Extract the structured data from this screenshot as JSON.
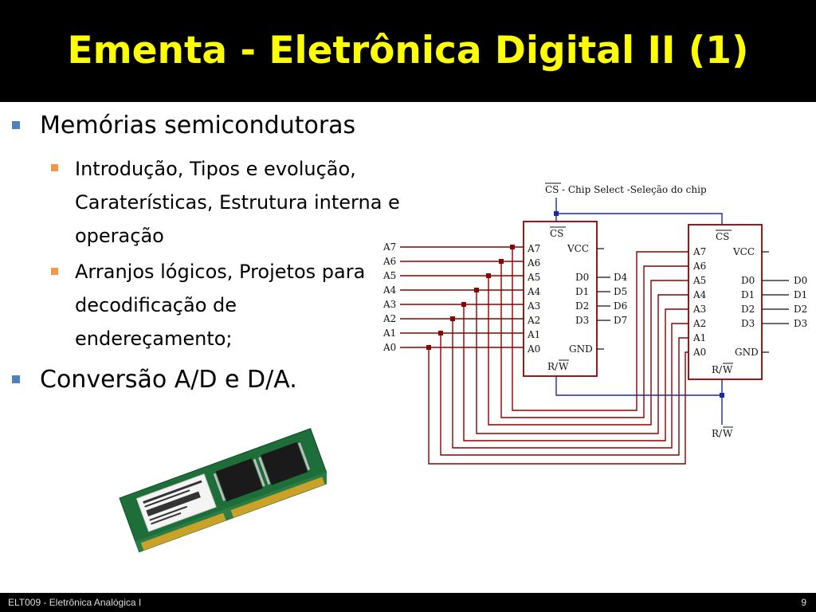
{
  "slide": {
    "title": "Ementa - Eletrônica Digital II (1)",
    "bullets": [
      {
        "text": "Memórias semicondutoras",
        "sub": [
          "Introdução, Tipos e evolução, Caraterísticas, Estrutura interna e operação",
          "Arranjos lógicos, Projetos para decodificação de endereçamento;"
        ]
      },
      {
        "text": "Conversão A/D e D/A."
      }
    ]
  },
  "schematic": {
    "cs_label": "CS",
    "cs_caption": " - Chip Select -Seleção do chip",
    "input_labels": [
      "A7",
      "A6",
      "A5",
      "A4",
      "A3",
      "A2",
      "A1",
      "A0"
    ],
    "chip_address_pins": [
      "A7",
      "A6",
      "A5",
      "A4",
      "A3",
      "A2",
      "A1",
      "A0"
    ],
    "chip_data_pins": [
      "D0",
      "D1",
      "D2",
      "D3"
    ],
    "chip1_outputs": [
      "D4",
      "D5",
      "D6",
      "D7"
    ],
    "chip2_outputs": [
      "D0",
      "D1",
      "D2",
      "D3"
    ],
    "vcc": "VCC",
    "gnd": "GND",
    "rw_r": "R/",
    "rw_w": "W",
    "wire_address_color": "#8b0000",
    "wire_control_color": "#1a2aa0"
  },
  "footer": {
    "course": "ELT009 - Eletrônica Analógica I",
    "page": "9"
  }
}
